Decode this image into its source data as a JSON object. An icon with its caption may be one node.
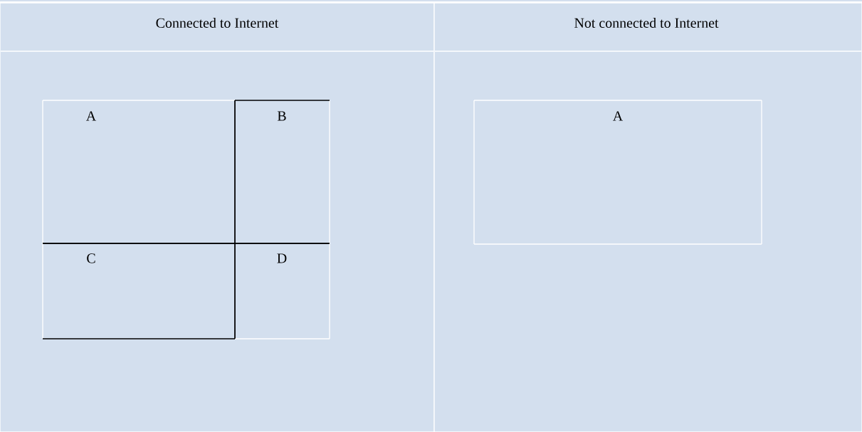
{
  "diagram": {
    "nodes": [
      {
        "text": [
          "Connected to Internet"
        ]
      },
      {
        "text": [
          "A"
        ],
        "in": 0
      },
      {
        "text": [
          "B"
        ],
        "in": 0
      },
      {
        "text": [
          "C"
        ],
        "in": 0
      },
      {
        "text": [
          "D"
        ],
        "in": 0
      },
      {
        "text": [
          "Not connected to Internet"
        ]
      },
      {
        "text": [
          "A"
        ],
        "in": 5
      }
    ]
  }
}
